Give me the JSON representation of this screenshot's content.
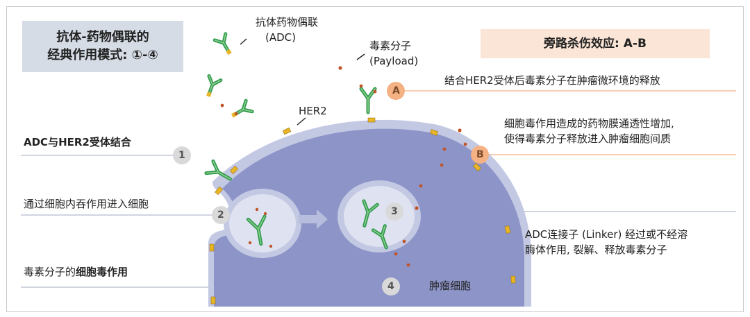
{
  "title_box": {
    "line1": "抗体-药物偶联的",
    "line2": "经典作用模式: ①-④",
    "bg": "#d6dce5"
  },
  "bystander_box": {
    "label": "旁路杀伤效应: A-B",
    "bg": "#fbe5d6"
  },
  "labels": {
    "adc": "抗体药物偶联",
    "adc_abbr": "(ADC)",
    "payload": "毒素分子",
    "payload_en": "(Payload)",
    "her2": "HER2",
    "tumor_cell": "肿瘤细胞"
  },
  "steps": [
    {
      "marker": "1",
      "text": "ADC与HER2受体结合"
    },
    {
      "marker": "2",
      "text": "通过细胞内吞作用进入细胞"
    },
    {
      "marker": "3",
      "line1": "ADC连接子 (Linker) 经过或不经溶",
      "line2": "酶体作用, 裂解、释放毒素分子"
    },
    {
      "marker": "4",
      "text_plain": "毒素分子的",
      "text_bold": "细胞毒作用"
    }
  ],
  "bystander": [
    {
      "marker": "A",
      "text": "结合HER2受体后毒素分子在肿瘤微环境的释放"
    },
    {
      "marker": "B",
      "line1": "细胞毒作用造成的药物膜通透性增加,",
      "line2": "使得毒素分子释放进入肿瘤细胞间质"
    }
  ],
  "colors": {
    "cell_fill": "#8c94c8",
    "membrane": "#c3c8e3",
    "antibody_green": "#2e9a4c",
    "antibody_light": "#8fcf8f",
    "receptor_yellow": "#e8b526",
    "payload_brown": "#c0552a",
    "marker_grey": "#d9d9d9",
    "marker_orange": "#f4b183",
    "line_grey": "#b4bccc",
    "line_orange": "#f4b183"
  }
}
